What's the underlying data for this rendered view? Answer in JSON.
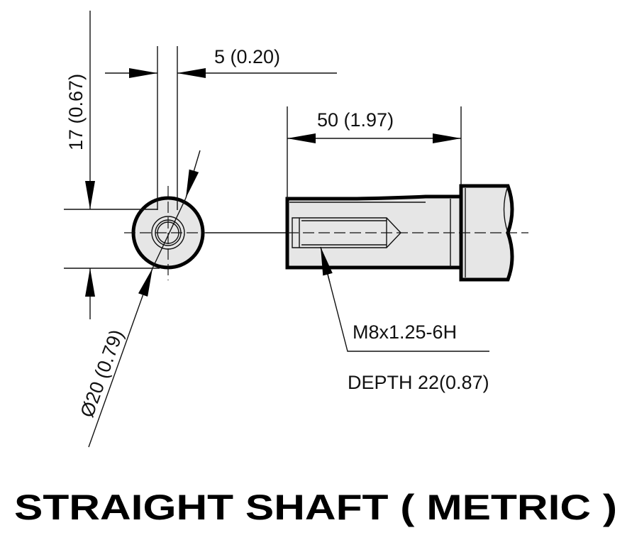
{
  "dimensions": {
    "keyway_width": "5  (0.20)",
    "shaft_length": "50  (1.97)",
    "keyway_height": "17  (0.67)",
    "shaft_diameter": "Ø20  (0.79)",
    "thread_spec": "M8x1.25-6H",
    "thread_depth": "DEPTH 22(0.87)"
  },
  "title": "STRAIGHT SHAFT ( METRIC )",
  "colors": {
    "line": "#000000",
    "fill": "#e6e6e6"
  }
}
